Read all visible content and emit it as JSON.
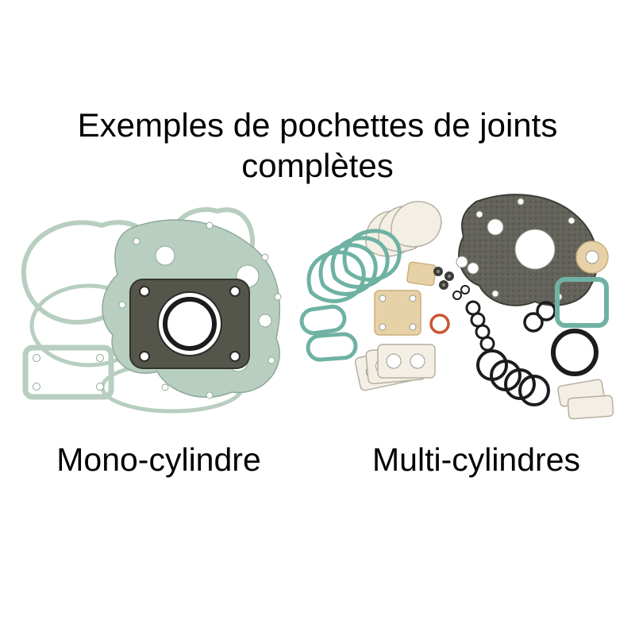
{
  "title": {
    "line1": "Exemples de pochettes de joints",
    "line2": "complètes"
  },
  "labels": {
    "left": "Mono-cylindre",
    "right": "Multi-cylindres"
  },
  "colors": {
    "bg": "#ffffff",
    "text": "#000000",
    "sage": "#b8cec0",
    "sage-edge": "#8fa99a",
    "dark-gasket": "#54564c",
    "teal": "#6fb2a4",
    "beige": "#e7d2a8",
    "beige-edge": "#c9ae7e",
    "speckle": "#63635c",
    "cream": "#f3efe4",
    "cream-edge": "#b6b0a0",
    "oring": "#1c1c1c",
    "accent-orange": "#cc5533"
  }
}
